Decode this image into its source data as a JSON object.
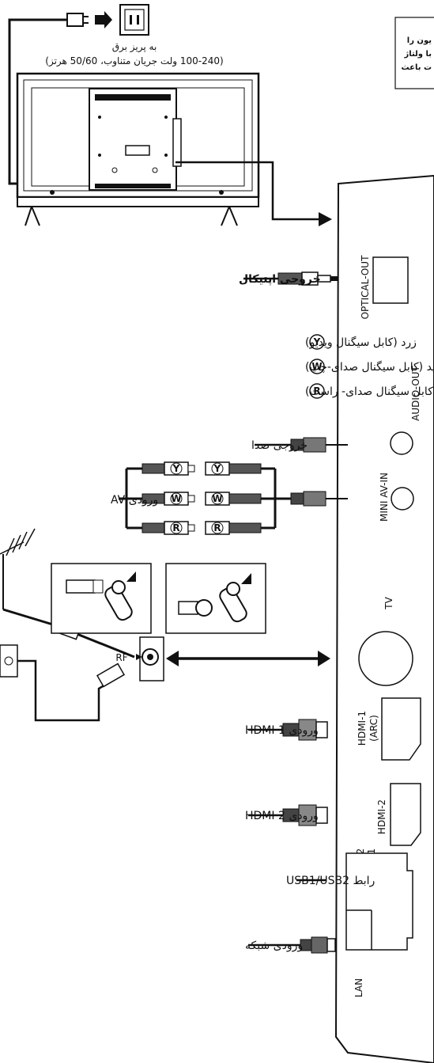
{
  "power": {
    "line1": "به پریز برق",
    "line2": "(100-240 ولت جریان متناوب، 50/60 هرتز)"
  },
  "warning": {
    "line1": "یون را",
    "line2": "با ولتاژ",
    "line3": "ت باعث"
  },
  "connections": {
    "optical_out": "خروجی اپتیکال",
    "audio_out": "خروجی صدا",
    "av_in": "ورودی AV",
    "hdmi1": "ورودی HDMI 1",
    "hdmi2": "ورودی HDMI 2",
    "usb": "رابط USB1/USB2",
    "lan": "ورودی شبکه"
  },
  "av_legend": [
    {
      "letter": "Y",
      "text": "زرد (کابل سیگنال ویدیو)"
    },
    {
      "letter": "W",
      "text": "سفید (کابل سیگنال صدای-چپ)"
    },
    {
      "letter": "R",
      "text": "قرمز (کابل سیگنال صدای- راست)"
    }
  ],
  "ports": {
    "optical": "OPTICAL-OUT",
    "audio": "AUDIO-OUT",
    "mini_av": "MINI AV-IN",
    "tv": "TV",
    "hdmi1_a": "HDMI-1",
    "hdmi1_b": "(ARC)",
    "hdmi2": "HDMI-2",
    "usb2": "USB-2",
    "usb1": "USB-1",
    "lan": "LAN"
  },
  "rf": "RF",
  "plug_letters": [
    "Y",
    "W",
    "R"
  ]
}
